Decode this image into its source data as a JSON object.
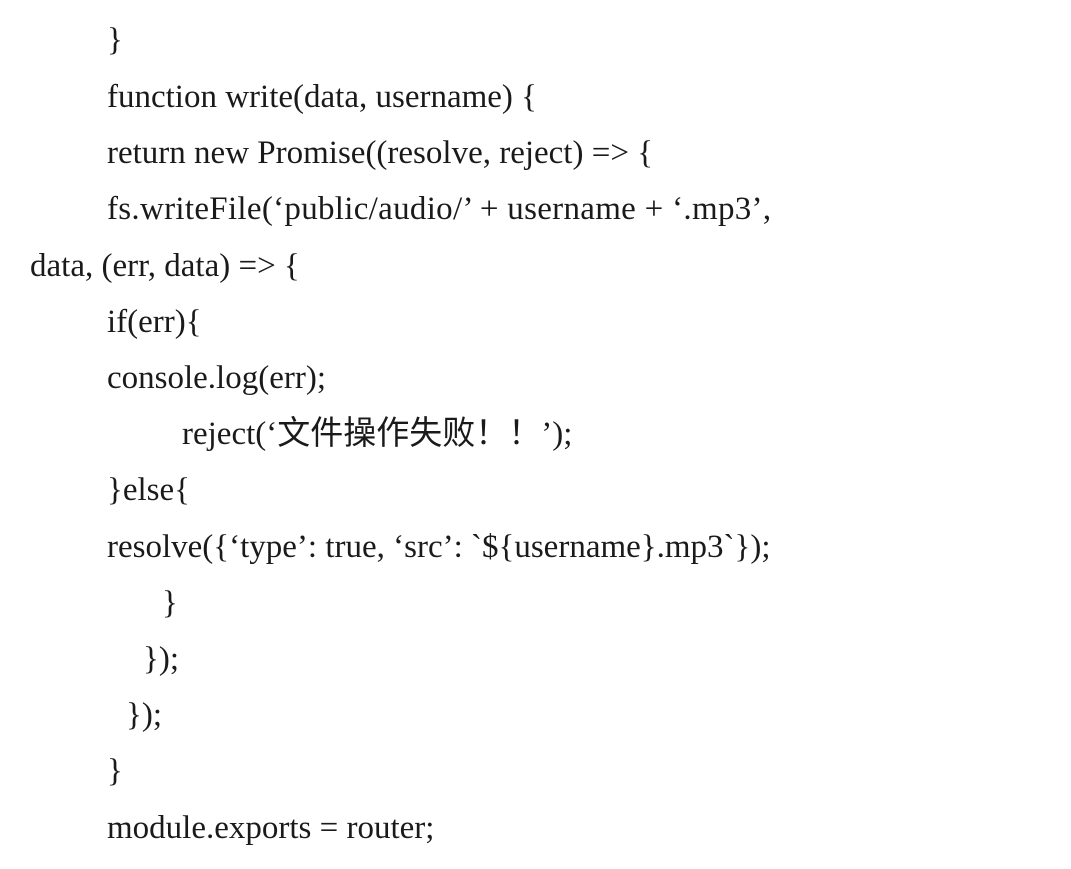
{
  "code": {
    "lines": [
      "}",
      "function write(data, username) {",
      "return new Promise((resolve, reject) => {",
      "fs.writeFile(‘public/audio/’ + username + ‘.mp3’,",
      "data, (err, data) => {",
      "if(err){",
      "console.log(err);",
      "reject(‘文件操作失败！！’);",
      "}else{",
      "resolve({‘type’: true, ‘src’: `${username}.mp3`});",
      "}",
      "});",
      "});",
      "}",
      "module.exports = router;"
    ]
  }
}
